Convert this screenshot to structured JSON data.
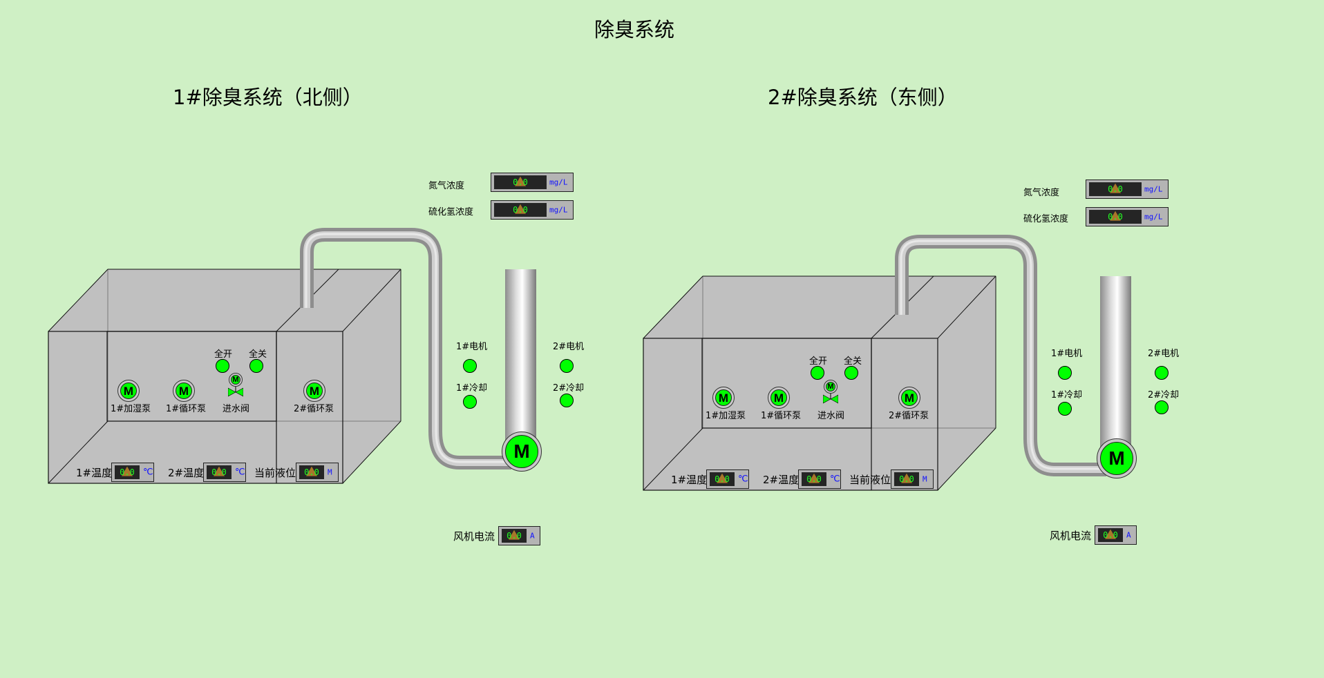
{
  "page": {
    "title": "除臭系统"
  },
  "colors": {
    "background": "#cff0c5",
    "running": "#00ff00",
    "tank": "#c0c0c0",
    "unit": "#1010ff",
    "value": "#22ff22"
  },
  "systems": [
    {
      "title": "1#除臭系统（北侧）",
      "gas": [
        {
          "label": "氮气浓度",
          "value": "0.0",
          "unit": "mg/L"
        },
        {
          "label": "硫化氢浓度",
          "value": "0.0",
          "unit": "mg/L"
        }
      ],
      "pumps": [
        {
          "label": "1#加湿泵",
          "icon": "M"
        },
        {
          "label": "1#循环泵",
          "icon": "M"
        },
        {
          "label": "2#循环泵",
          "icon": "M"
        }
      ],
      "valve": {
        "label": "进水阀",
        "icon": "M",
        "open_label": "全开",
        "close_label": "全关"
      },
      "readings": [
        {
          "label": "1#温度",
          "value": "0.0",
          "unit": "℃"
        },
        {
          "label": "2#温度",
          "value": "0.0",
          "unit": "℃"
        },
        {
          "label": "当前液位",
          "value": "0.0",
          "unit": "M"
        }
      ],
      "fan": {
        "icon": "M",
        "motor1": "1#电机",
        "motor2": "2#电机",
        "cool1": "1#冷却",
        "cool2": "2#冷却"
      },
      "current": {
        "label": "风机电流",
        "value": "0.0",
        "unit": "A"
      }
    },
    {
      "title": "2#除臭系统（东侧）",
      "gas": [
        {
          "label": "氮气浓度",
          "value": "0.0",
          "unit": "mg/L"
        },
        {
          "label": "硫化氢浓度",
          "value": "0.0",
          "unit": "mg/L"
        }
      ],
      "pumps": [
        {
          "label": "1#加湿泵",
          "icon": "M"
        },
        {
          "label": "1#循环泵",
          "icon": "M"
        },
        {
          "label": "2#循环泵",
          "icon": "M"
        }
      ],
      "valve": {
        "label": "进水阀",
        "icon": "M",
        "open_label": "全开",
        "close_label": "全关"
      },
      "readings": [
        {
          "label": "1#温度",
          "value": "0.0",
          "unit": "℃"
        },
        {
          "label": "2#温度",
          "value": "0.0",
          "unit": "℃"
        },
        {
          "label": "当前液位",
          "value": "0.0",
          "unit": "M"
        }
      ],
      "fan": {
        "icon": "M",
        "motor1": "1#电机",
        "motor2": "2#电机",
        "cool1": "1#冷却",
        "cool2": "2#冷却"
      },
      "current": {
        "label": "风机电流",
        "value": "0.0",
        "unit": "A"
      }
    }
  ]
}
